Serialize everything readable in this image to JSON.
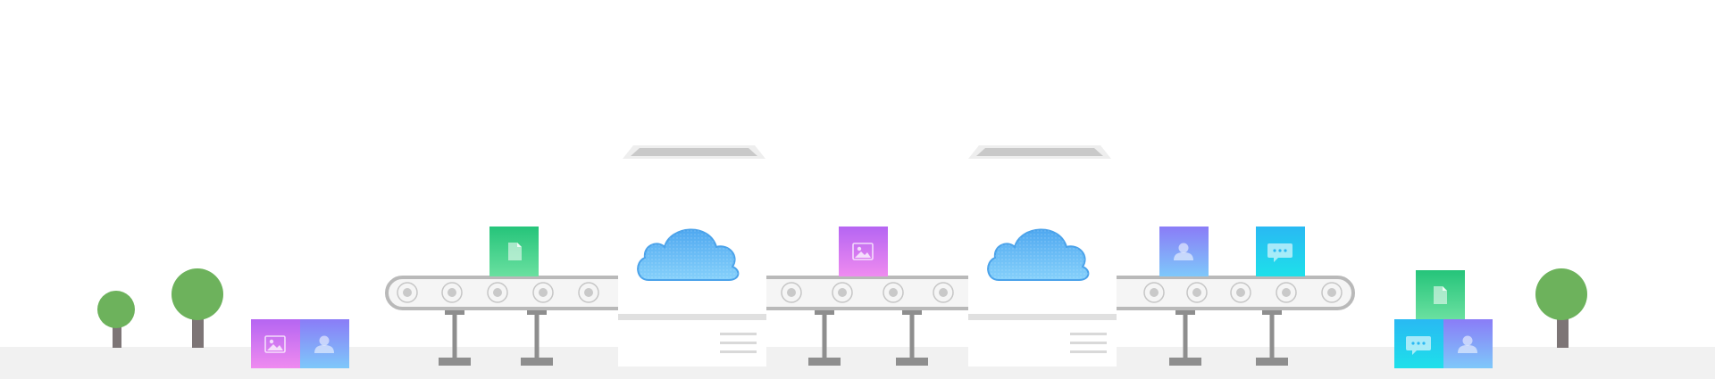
{
  "scene": {
    "description_hidden": "",
    "colors": {
      "ground": "#f1f1f1",
      "belt_border": "#b9b9b9",
      "belt_fill": "#f5f5f5",
      "leg": "#8e8e8e",
      "tree_leaf": "#6db25c",
      "tree_trunk": "#7d7576",
      "cloud_top": "#4fa8f0",
      "cloud_bottom": "#86d1fb",
      "doc_top": "#25c47a",
      "doc_bottom": "#6ae0a0",
      "photo_top": "#b565f2",
      "photo_bottom": "#ef8bf0",
      "contact_top": "#8a7cf7",
      "contact_bottom": "#7ec8fa",
      "message_top": "#29b9f3",
      "message_bottom": "#1ee0ea"
    },
    "items": [
      {
        "kind": "tree",
        "label": "tree-small"
      },
      {
        "kind": "tree",
        "label": "tree-large"
      },
      {
        "kind": "photo-box",
        "label": "photo"
      },
      {
        "kind": "contact-box",
        "label": "contact"
      },
      {
        "kind": "document-box",
        "label": "document"
      },
      {
        "kind": "photo-box",
        "label": "photo"
      },
      {
        "kind": "contact-box",
        "label": "contact"
      },
      {
        "kind": "message-box",
        "label": "message"
      },
      {
        "kind": "document-box",
        "label": "document"
      },
      {
        "kind": "message-box",
        "label": "message"
      },
      {
        "kind": "contact-box",
        "label": "contact"
      }
    ]
  }
}
